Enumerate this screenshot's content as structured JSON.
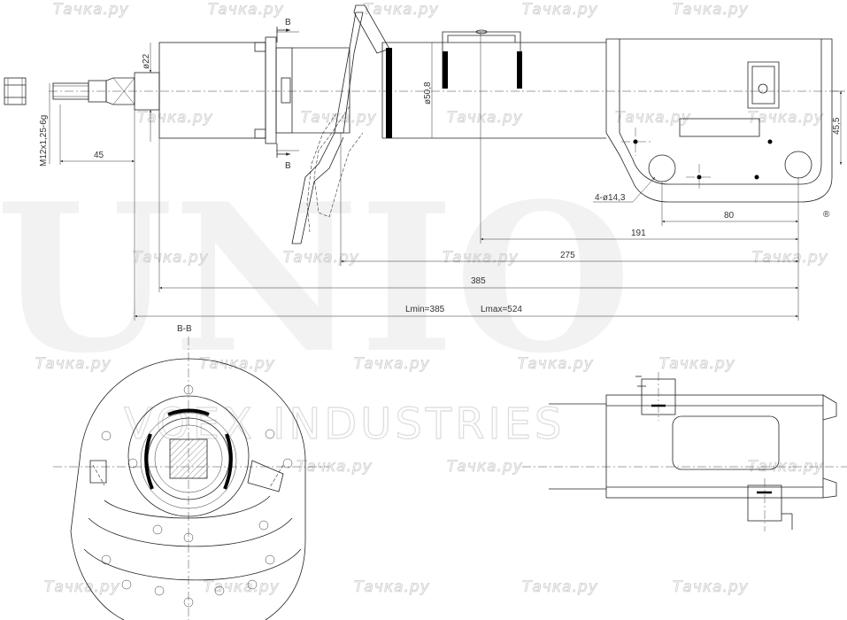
{
  "background_brand": {
    "mark": "UNIO",
    "registered": "®",
    "subtitle": "VOEX INDUSTRIES"
  },
  "watermark": "Тачка.ру",
  "section_marks": {
    "cut": "B",
    "view_title": "B-B"
  },
  "dimensions": {
    "rod_diameter": "ø22",
    "tube_diameter": "ø50,8",
    "thread": "M12x1,25-6g",
    "rod_end": "45",
    "bracket_holes": "4-ø14,3",
    "hole_spacing": "80",
    "bracket_offset": "45,5",
    "d191": "191",
    "d275": "275",
    "d385": "385",
    "length_min": "Lmin=385",
    "length_max": "Lmax=524"
  }
}
